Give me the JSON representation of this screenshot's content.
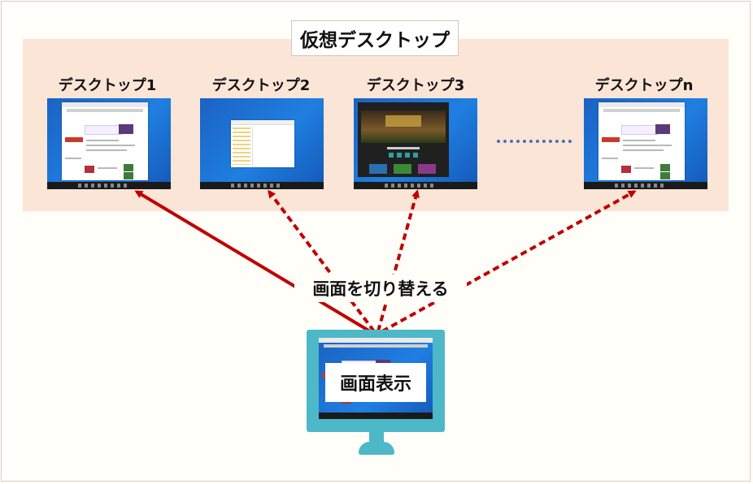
{
  "title": "仮想デスクトップ",
  "desktops": [
    {
      "label": "デスクトップ1",
      "content": "browser"
    },
    {
      "label": "デスクトップ2",
      "content": "explorer"
    },
    {
      "label": "デスクトップ3",
      "content": "store"
    },
    {
      "label": "デスクトップn",
      "content": "browser"
    }
  ],
  "switch_label": "画面を切り替える",
  "display_label": "画面表示",
  "colors": {
    "band": "#fbe5d6",
    "arrow": "#c00000",
    "monitor": "#4db8c7",
    "ellipsis": "#4a6fb5"
  },
  "arrows": [
    {
      "target": "デスクトップ1",
      "style": "solid"
    },
    {
      "target": "デスクトップ2",
      "style": "dashed"
    },
    {
      "target": "デスクトップ3",
      "style": "dashed"
    },
    {
      "target": "デスクトップn",
      "style": "dashed"
    }
  ]
}
